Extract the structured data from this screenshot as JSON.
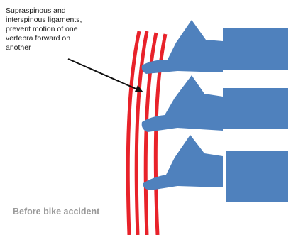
{
  "annotation": {
    "lines": [
      "Supraspinous and",
      "interspinous ligaments,",
      "prevent motion of one",
      "vertebra forward on",
      "another"
    ]
  },
  "caption": "Before bike accident",
  "colors": {
    "vertebra": "#4f81bd",
    "ligament": "#e8222a",
    "arrow": "#111111",
    "caption": "#9a9a9a"
  },
  "diagram": {
    "vertebra_count": 3,
    "ligament_stripe_count": 4
  }
}
